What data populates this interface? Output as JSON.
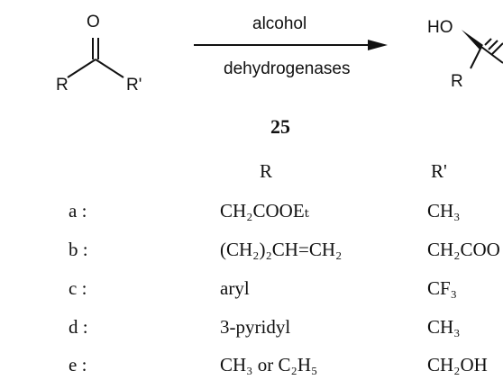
{
  "scheme": {
    "reactant": {
      "o_label": "O",
      "r_label": "R",
      "r_prime_label": "R'"
    },
    "arrow": {
      "top_label": "alcohol",
      "bottom_label": "dehydrogenases"
    },
    "product": {
      "ho_label": "HO",
      "r_label": "R"
    },
    "compound_number": "25"
  },
  "table": {
    "headers": [
      "R",
      "R'"
    ],
    "rows": [
      {
        "key": "a :",
        "r": "CH₂COOEₜ",
        "r1": "CH₃"
      },
      {
        "key": "b :",
        "r": "(CH₂)₂CH=CH₂",
        "r1": "CH₂COO"
      },
      {
        "key": "c :",
        "r": "aryl",
        "r1": "CF₃"
      },
      {
        "key": "d :",
        "r": "3-pyridyl",
        "r1": "CH₃"
      },
      {
        "key": "e :",
        "r": "CH₃ or C₂H₅",
        "r1": "CH₂OH"
      }
    ]
  }
}
